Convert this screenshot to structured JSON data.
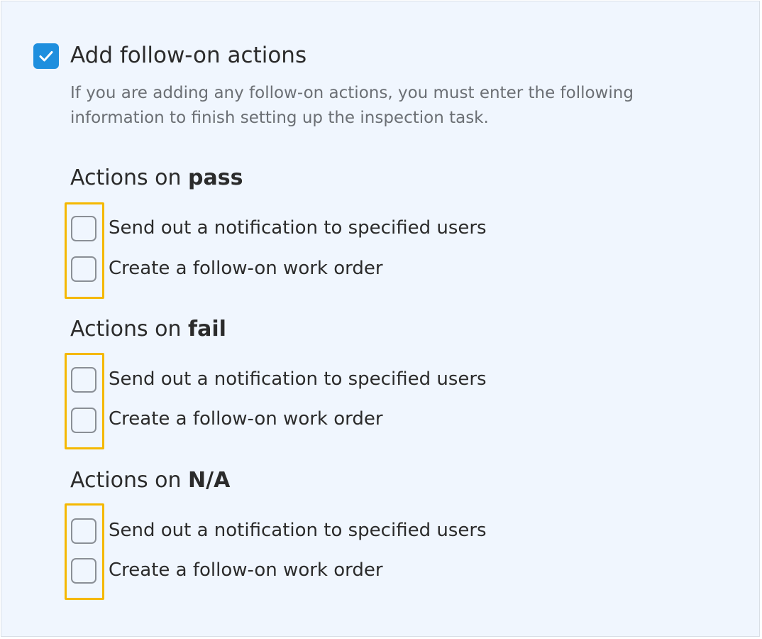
{
  "follow_on": {
    "title": "Add follow-on actions",
    "checked": true,
    "description": "If you are adding any follow-on actions, you must enter the following information to finish setting up the inspection task.",
    "icon": "checkmark-icon",
    "accent_color": "#1f8fde"
  },
  "highlight_color": "#f5b800",
  "sections": [
    {
      "prefix": "Actions on ",
      "emphasis": "pass",
      "options": [
        {
          "label": "Send out a notification to specified users",
          "checked": false
        },
        {
          "label": "Create a follow-on work order",
          "checked": false
        }
      ]
    },
    {
      "prefix": "Actions on ",
      "emphasis": "fail",
      "options": [
        {
          "label": "Send out a notification to specified users",
          "checked": false
        },
        {
          "label": "Create a follow-on work order",
          "checked": false
        }
      ]
    },
    {
      "prefix": "Actions on ",
      "emphasis": "N/A",
      "options": [
        {
          "label": "Send out a notification to specified users",
          "checked": false
        },
        {
          "label": "Create a follow-on work order",
          "checked": false
        }
      ]
    }
  ]
}
